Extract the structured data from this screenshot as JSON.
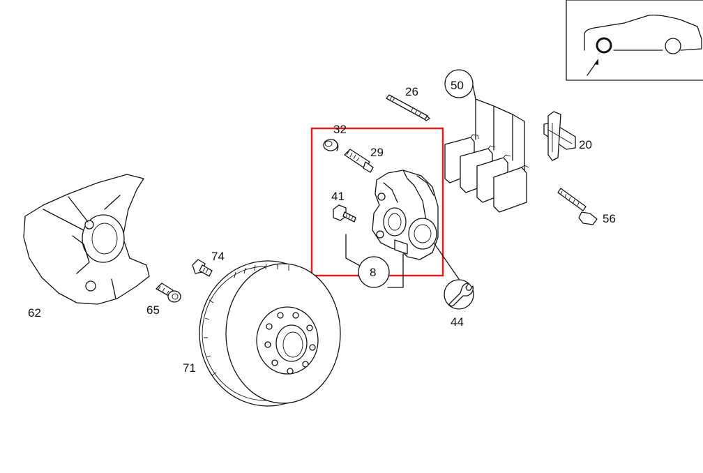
{
  "colors": {
    "highlight": "#e02020",
    "line": "#111111",
    "background": "#ffffff"
  },
  "labels": {
    "p26": "26",
    "p50": "50",
    "p20": "20",
    "p32": "32",
    "p29": "29",
    "p41": "41",
    "p56": "56",
    "p74": "74",
    "p62": "62",
    "p65": "65",
    "p8": "8",
    "p44": "44",
    "p71": "71"
  },
  "icons": {
    "inset": "car-location-icon",
    "tool": "wrench-icon"
  }
}
